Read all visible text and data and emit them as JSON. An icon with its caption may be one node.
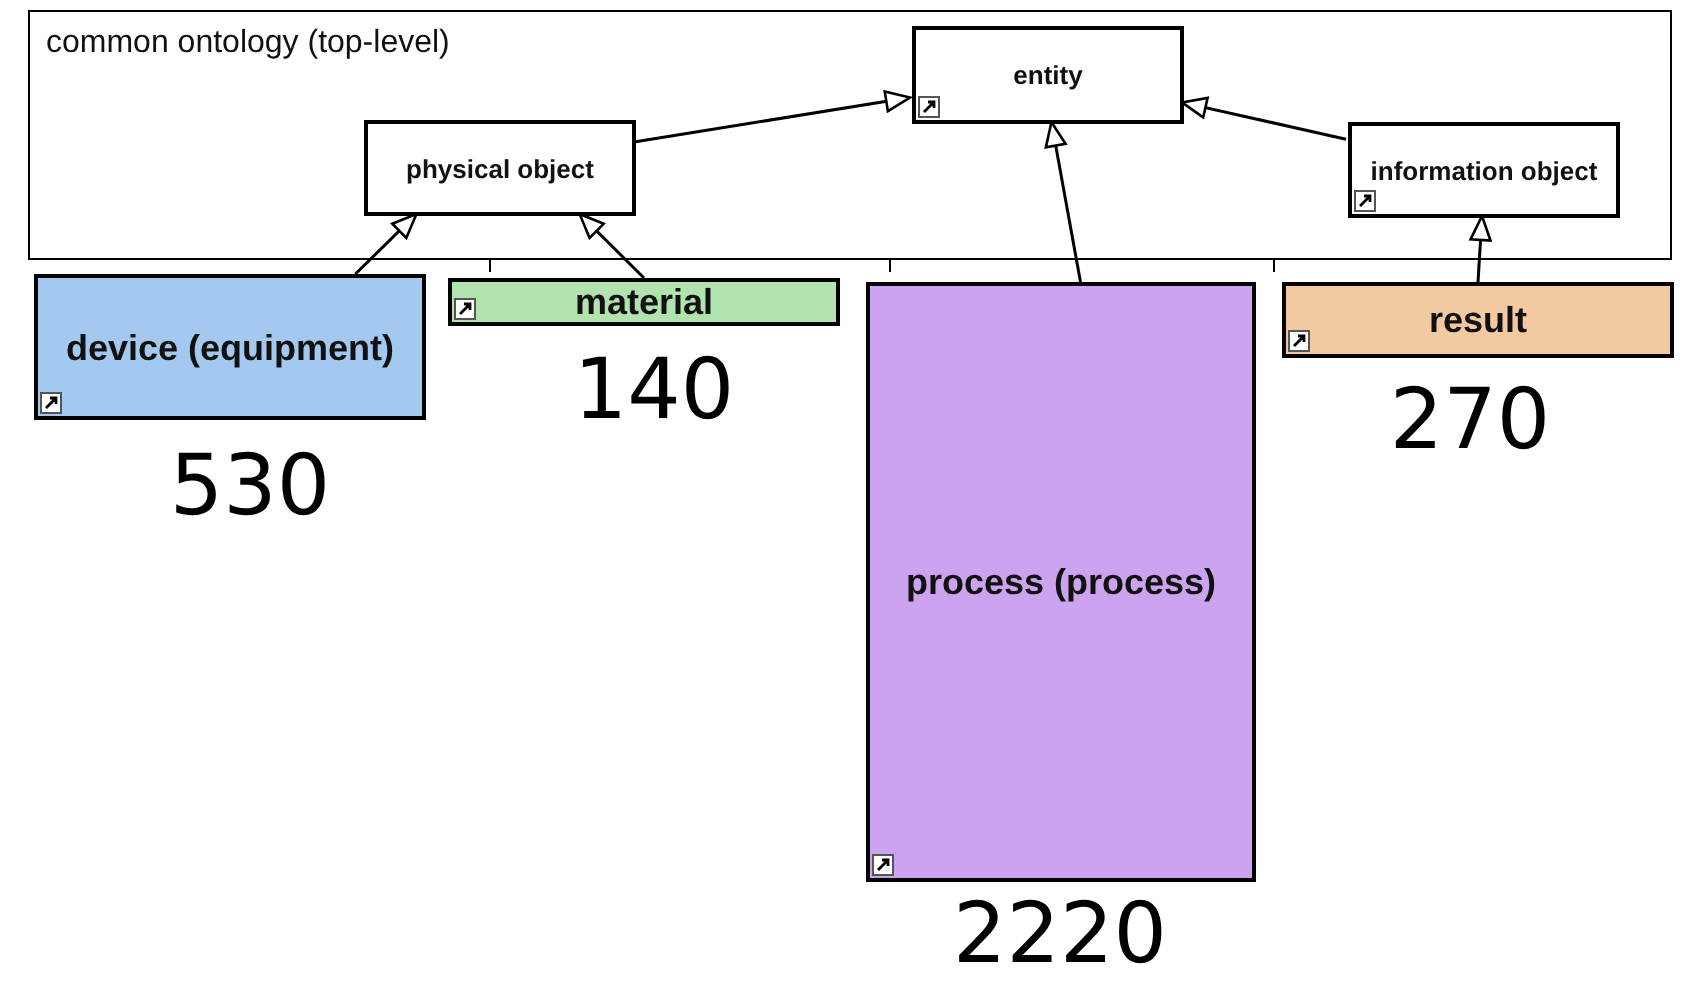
{
  "diagram": {
    "nodes": [
      {
        "text": [
          "common ontology (top-level)"
        ]
      },
      {
        "text": [
          "entity"
        ],
        "in": 0
      },
      {
        "text": [
          "physical object"
        ],
        "in": 0
      },
      {
        "text": [
          "information object"
        ],
        "in": 0
      },
      {
        "text": [
          "device (equipment)"
        ],
        "beside": [
          "530"
        ]
      },
      {
        "text": [
          "material"
        ],
        "beside": [
          "140"
        ]
      },
      {
        "text": [
          "process (process)"
        ],
        "beside": [
          "2220"
        ]
      },
      {
        "text": [
          "result"
        ],
        "beside": [
          "270"
        ]
      }
    ],
    "edges": [
      {
        "from": 2,
        "to": 1,
        "arrow": "to"
      },
      {
        "from": 3,
        "to": 1,
        "arrow": "to"
      },
      {
        "from": 6,
        "to": 1,
        "arrow": "to"
      },
      {
        "from": 4,
        "to": 2,
        "arrow": "to"
      },
      {
        "from": 5,
        "to": 2,
        "arrow": "to"
      },
      {
        "from": 7,
        "to": 3,
        "arrow": "to"
      }
    ]
  }
}
